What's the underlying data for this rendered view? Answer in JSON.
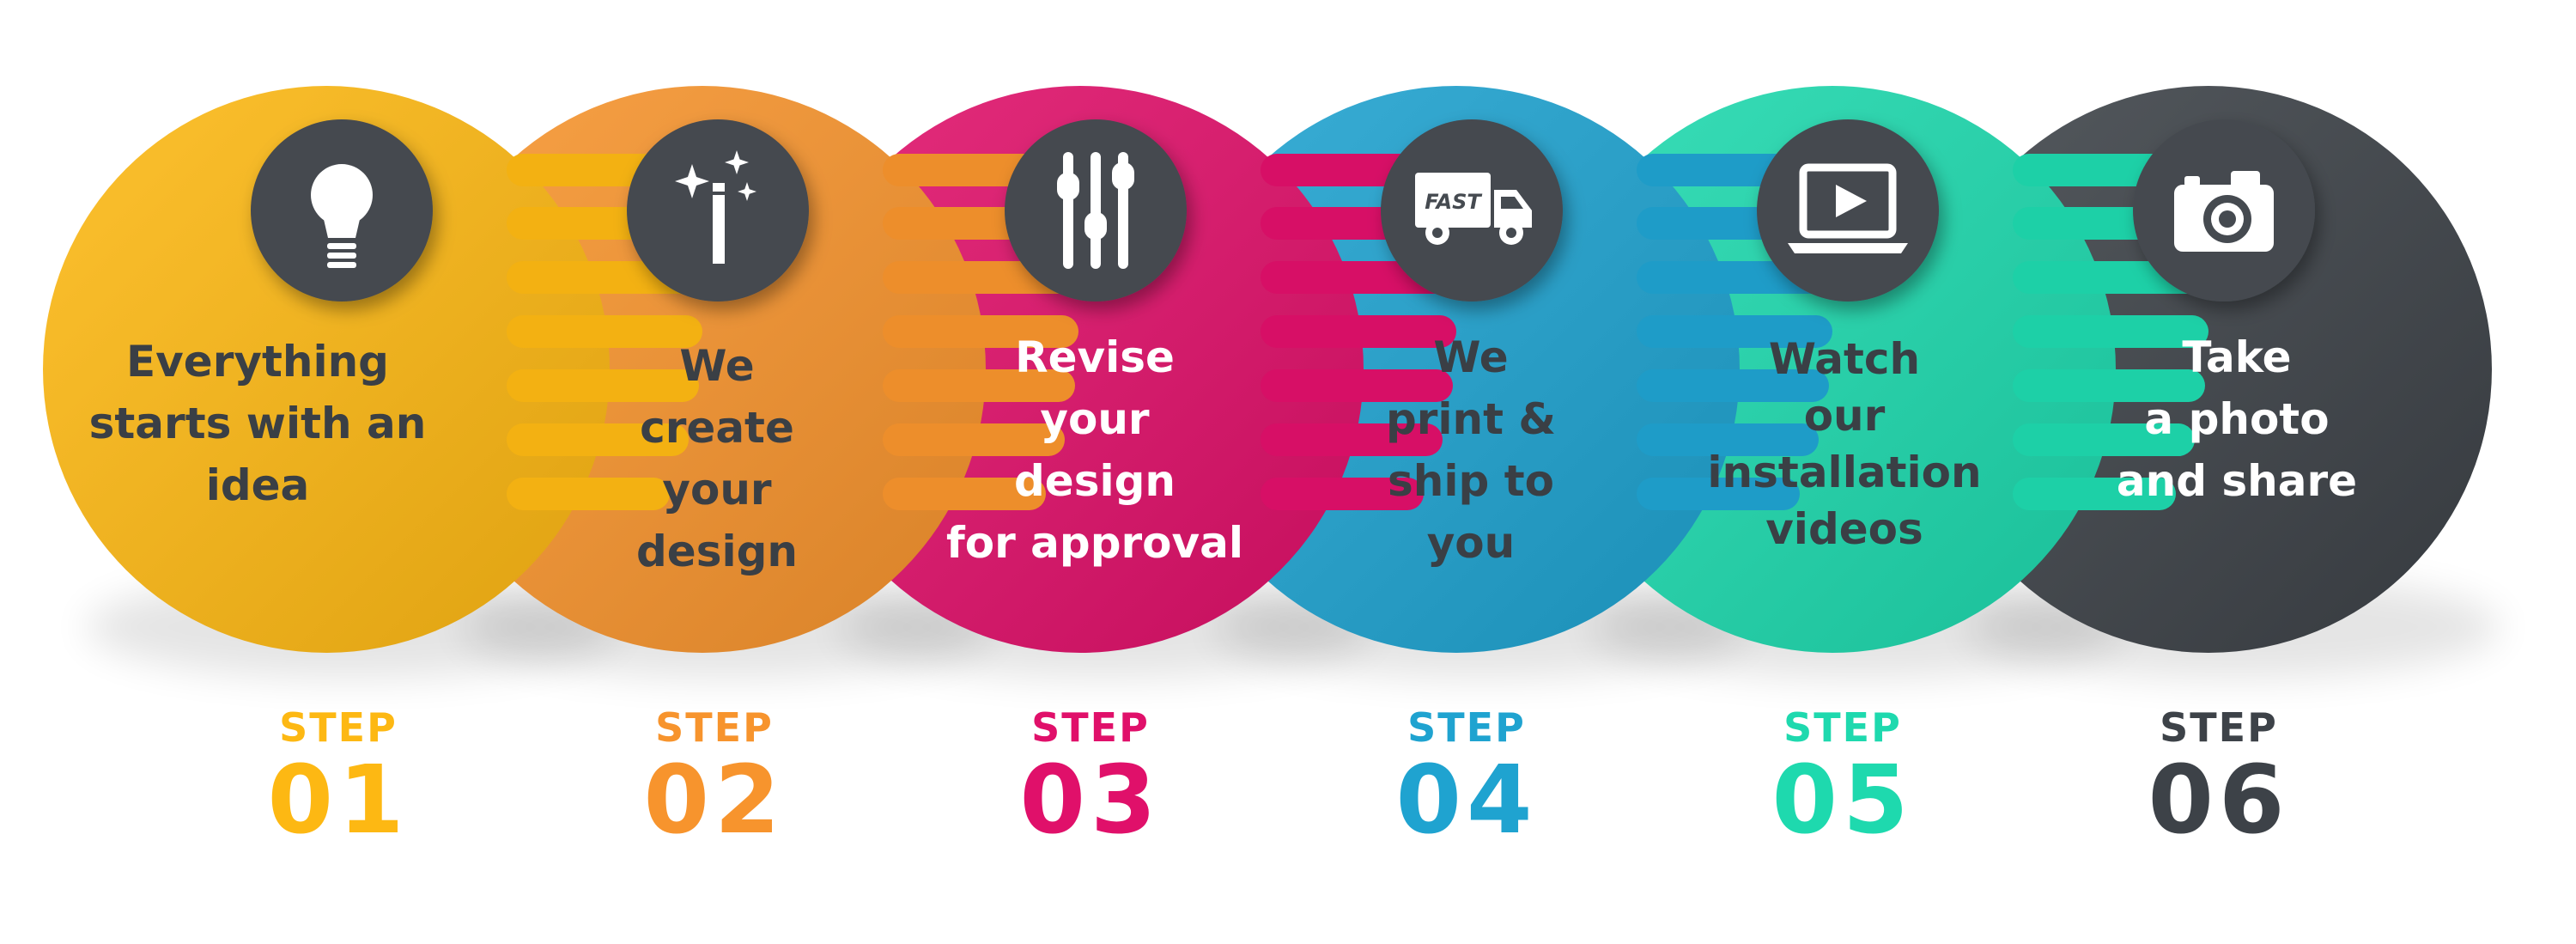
{
  "steps": [
    {
      "text_lines": [
        "Everything",
        "starts with an",
        "idea"
      ],
      "step_word": "STEP",
      "number": "01",
      "color": "#FDB813",
      "text_color": "#3A3F45",
      "icon": "lightbulb-icon"
    },
    {
      "text_lines": [
        "We",
        "create",
        "your",
        "design"
      ],
      "step_word": "STEP",
      "number": "02",
      "color": "#F7942D",
      "text_color": "#3A3F45",
      "icon": "magic-wand-icon"
    },
    {
      "text_lines": [
        "Revise",
        "your",
        "design",
        "for approval"
      ],
      "step_word": "STEP",
      "number": "03",
      "color": "#E0106A",
      "text_color": "#FFFFFF",
      "icon": "sliders-icon"
    },
    {
      "text_lines": [
        "We",
        "print &",
        "ship to",
        "you"
      ],
      "step_word": "STEP",
      "number": "04",
      "color": "#1FA3D0",
      "text_color": "#3A3F45",
      "icon": "delivery-truck-icon",
      "icon_text": "FAST"
    },
    {
      "text_lines": [
        "Watch",
        "our",
        "installation",
        "videos"
      ],
      "step_word": "STEP",
      "number": "05",
      "color": "#1ED9AE",
      "text_color": "#3A3F45",
      "icon": "video-laptop-icon"
    },
    {
      "text_lines": [
        "Take",
        "a photo",
        "and share"
      ],
      "step_word": "STEP",
      "number": "06",
      "color": "#3D4248",
      "text_color": "#FFFFFF",
      "icon": "camera-icon"
    }
  ],
  "icon_badge_color": "#454A50"
}
